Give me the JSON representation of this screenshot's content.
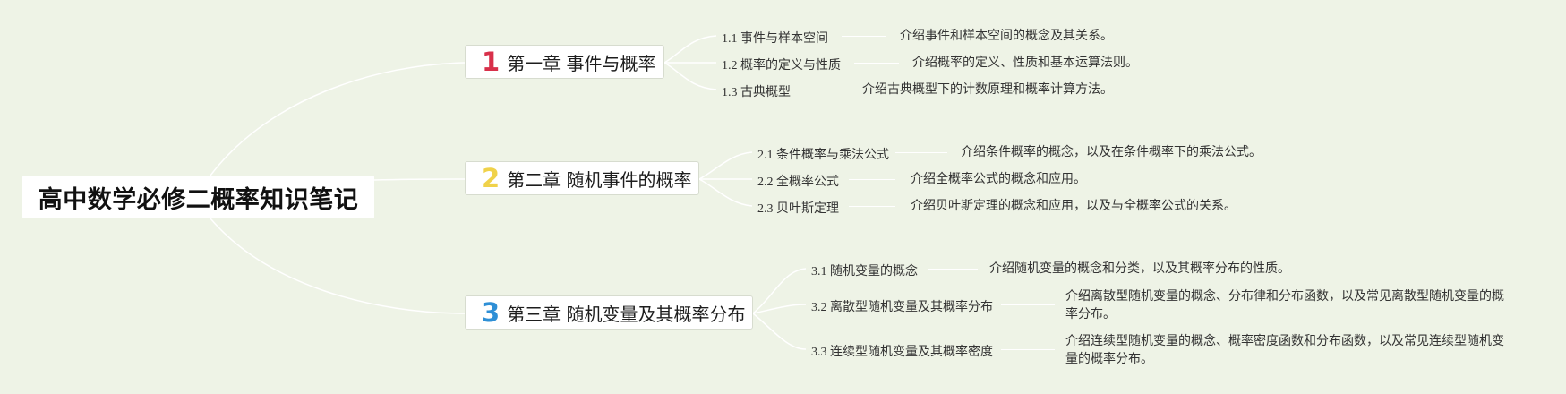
{
  "root": {
    "title": "高中数学必修二概率知识笔记"
  },
  "colors": {
    "background": "#eef3e6",
    "chapter1": "#d8304a",
    "chapter2": "#f0d24a",
    "chapter3": "#2e8fd6",
    "connector": "#ffffff"
  },
  "chapters": [
    {
      "number": "1",
      "label": "第一章 事件与概率",
      "sections": [
        {
          "title": "1.1 事件与样本空间",
          "desc": "介绍事件和样本空间的概念及其关系。"
        },
        {
          "title": "1.2 概率的定义与性质",
          "desc": "介绍概率的定义、性质和基本运算法则。"
        },
        {
          "title": "1.3 古典概型",
          "desc": "介绍古典概型下的计数原理和概率计算方法。"
        }
      ]
    },
    {
      "number": "2",
      "label": "第二章 随机事件的概率",
      "sections": [
        {
          "title": "2.1 条件概率与乘法公式",
          "desc": "介绍条件概率的概念，以及在条件概率下的乘法公式。"
        },
        {
          "title": "2.2 全概率公式",
          "desc": "介绍全概率公式的概念和应用。"
        },
        {
          "title": "2.3 贝叶斯定理",
          "desc": "介绍贝叶斯定理的概念和应用，以及与全概率公式的关系。"
        }
      ]
    },
    {
      "number": "3",
      "label": "第三章 随机变量及其概率分布",
      "sections": [
        {
          "title": "3.1 随机变量的概念",
          "desc": "介绍随机变量的概念和分类，以及其概率分布的性质。"
        },
        {
          "title": "3.2 离散型随机变量及其概率分布",
          "desc": "介绍离散型随机变量的概念、分布律和分布函数，以及常见离散型随机变量的概率分布。"
        },
        {
          "title": "3.3 连续型随机变量及其概率密度",
          "desc": "介绍连续型随机变量的概念、概率密度函数和分布函数，以及常见连续型随机变量的概率分布。"
        }
      ]
    }
  ]
}
